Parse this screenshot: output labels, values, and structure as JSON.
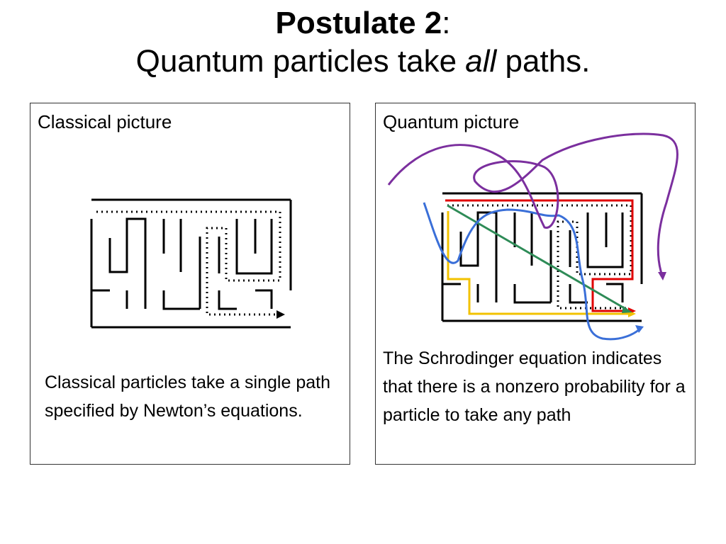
{
  "title": {
    "line1_bold": "Postulate 2",
    "line1_rest": ":",
    "line2_before": "Quantum particles take ",
    "line2_italic": "all",
    "line2_after": " paths."
  },
  "left_panel": {
    "heading": "Classical picture",
    "caption": "Classical particles take a single path specified by Newton’s equations."
  },
  "right_panel": {
    "heading": "Quantum picture",
    "caption": "The Schrodinger equation indicates that there is a nonzero probability for a particle to take any path"
  },
  "colors": {
    "maze": "#000000",
    "path_red": "#e00000",
    "path_yellow": "#f2c200",
    "path_green": "#2e8b57",
    "path_blue": "#3a6fd8",
    "path_purple": "#7b2f9e"
  }
}
